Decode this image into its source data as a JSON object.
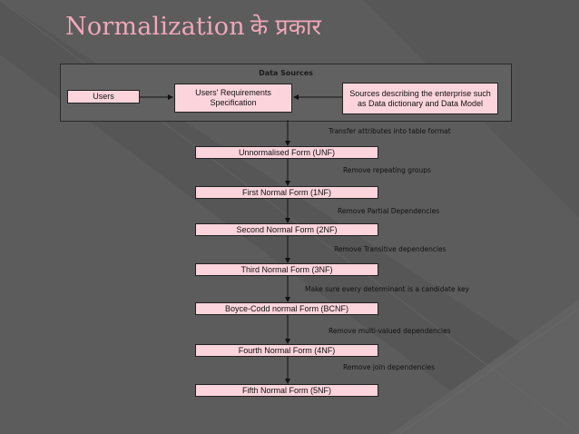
{
  "title": {
    "main": "Normalization",
    "hindi": "के प्रकार"
  },
  "panel": {
    "title": "Data Sources",
    "users": "Users",
    "requirements": "Users' Requirements\nSpecification",
    "sources": "Sources describing the enterprise such\nas Data dictionary and  Data Model"
  },
  "steps": [
    {
      "label": "Unnormalised Form (UNF)",
      "note": "Transfer attributes into table format"
    },
    {
      "label": "First Normal Form (1NF)",
      "note": "Remove repeating groups"
    },
    {
      "label": "Second Normal Form (2NF)",
      "note": "Remove Partial Dependencies"
    },
    {
      "label": "Third Normal Form (3NF)",
      "note": "Remove Transitive dependencies"
    },
    {
      "label": "Boyce-Codd normal Form (BCNF)",
      "note": "Make sure every determinant is a candidate key"
    },
    {
      "label": "Fourth Normal Form (4NF)",
      "note": "Remove multi-valued dependencies"
    },
    {
      "label": "Fifth Normal Form (5NF)",
      "note": "Remove join dependencies"
    }
  ],
  "colors": {
    "box": "#fbd4dc",
    "title": "#f0a8b8",
    "background": "#565656"
  }
}
